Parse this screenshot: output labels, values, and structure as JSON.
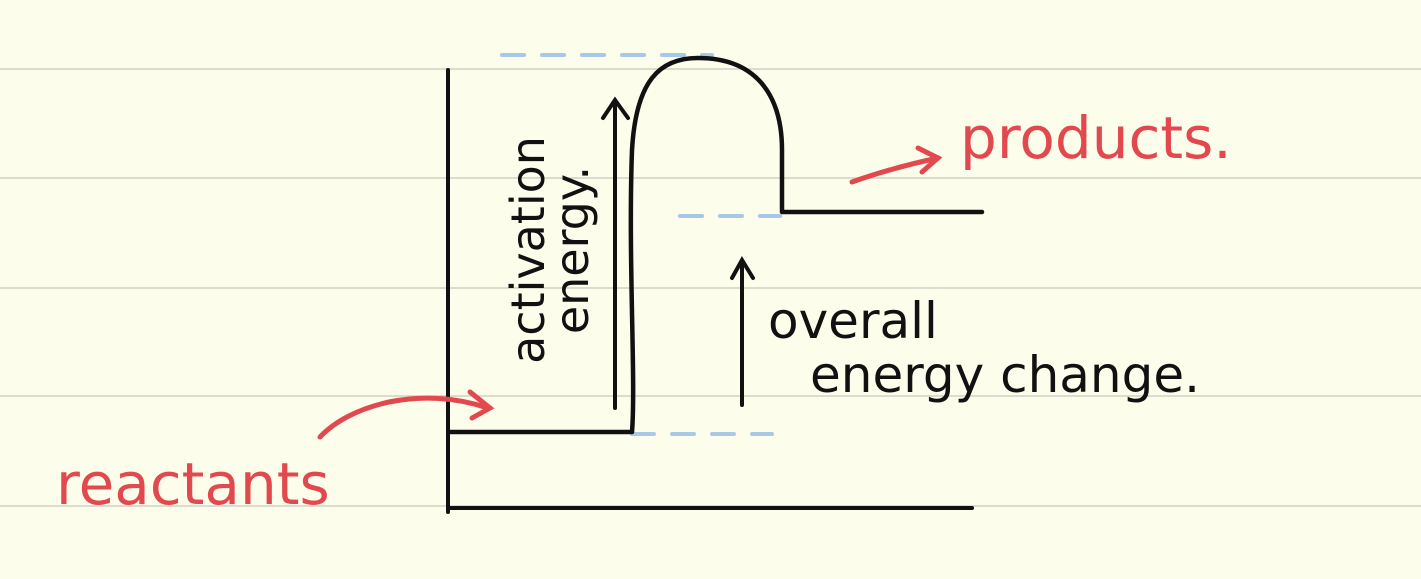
{
  "diagram": {
    "title": "",
    "labels": {
      "reactants": "reactants",
      "products": "products.",
      "activation_energy_line1": "activation",
      "activation_energy_line2": "energy.",
      "overall_line1": "overall",
      "overall_line2": "energy change."
    }
  },
  "colors": {
    "paper": "#fdfdec",
    "ruled_line": "#c9c9bd",
    "ink": "#111111",
    "label_red": "#e2494f",
    "guide_blue": "#a9c8e6"
  }
}
